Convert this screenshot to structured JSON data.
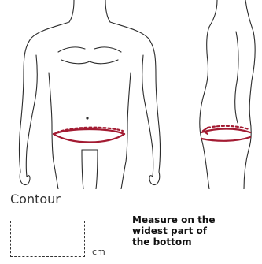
{
  "figure": {
    "front_view_icon": "body-front-outline",
    "side_view_icon": "body-side-outline",
    "measure_arrow_icon": "measure-arrow"
  },
  "measurement": {
    "label": "Contour",
    "value": "",
    "placeholder": "",
    "unit": "cm",
    "instruction_lines": [
      "Measure on the",
      "widest part of",
      "the bottom"
    ]
  },
  "colors": {
    "measure_line": "#a31b32",
    "outline": "#2b2b2b"
  }
}
